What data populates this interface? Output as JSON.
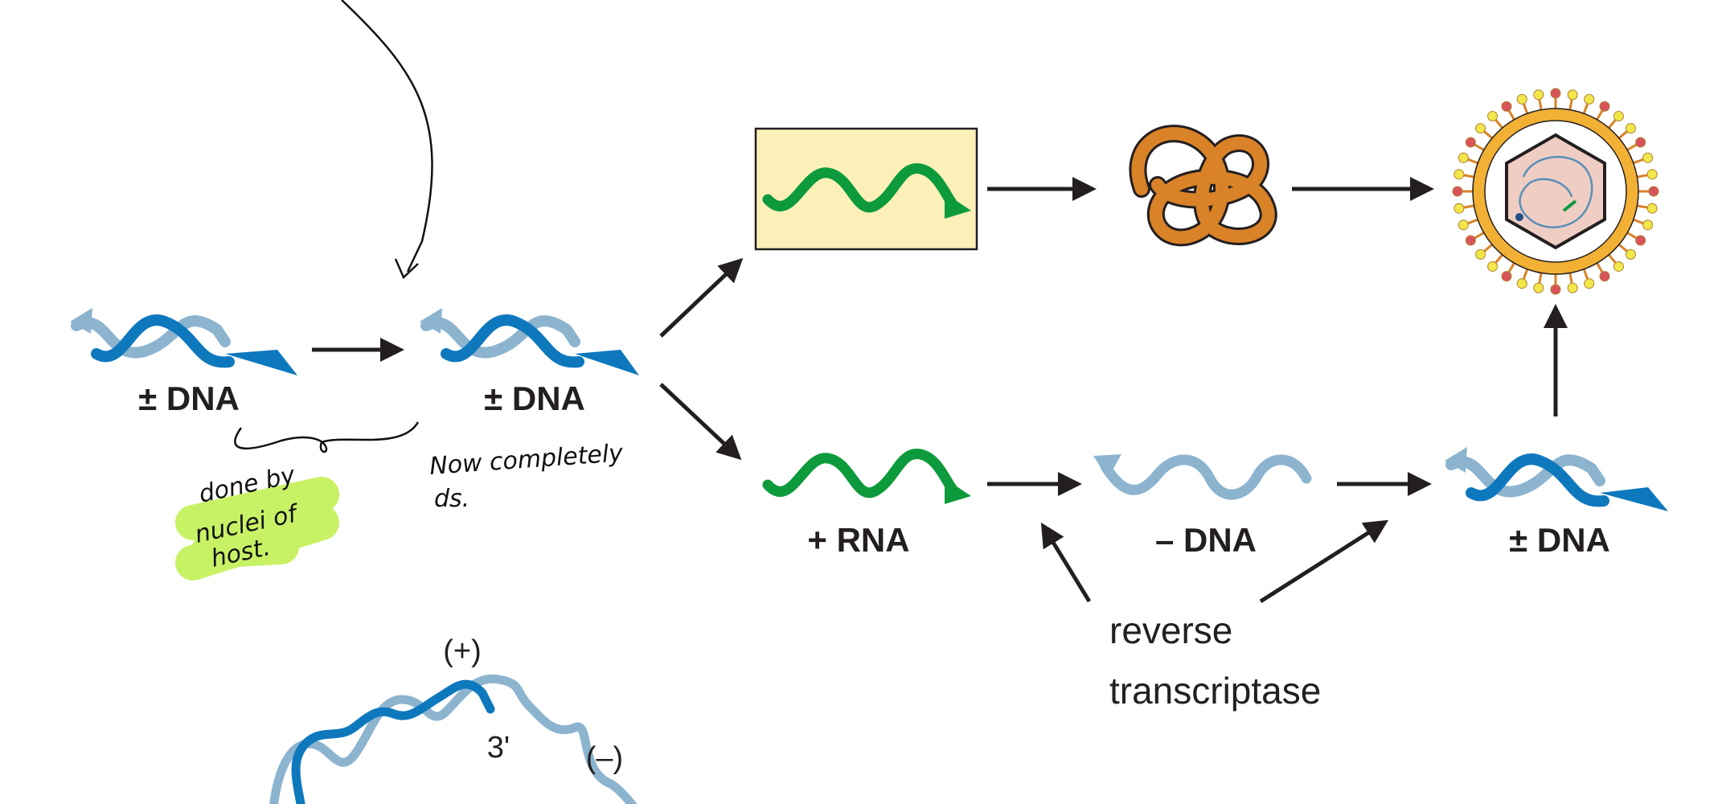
{
  "colors": {
    "dark_strand": "#0e78bd",
    "light_strand": "#8cb4cf",
    "rna": "#0d9a3c",
    "box_fill": "#fbf0b8",
    "protein": "#d98227",
    "virus_spike": "#f2b035",
    "virus_tip_yellow": "#f2e74a",
    "virus_tip_red": "#d9535b",
    "capsid_fill": "#f0cdc3",
    "highlight": "#c8f266"
  },
  "labels": {
    "ds_dna_1": "± DNA",
    "ds_dna_2": "± DNA",
    "ds_dna_3": "± DNA",
    "plus_rna": "+ RNA",
    "minus_dna": "– DNA",
    "enzyme_line1": "reverse",
    "enzyme_line2": "transcriptase"
  },
  "inset": {
    "plus_label": "(+)",
    "minus_label": "(–)",
    "three_prime": "3'"
  },
  "handwriting": {
    "note_left_line1": "done by",
    "note_left_line2": "nuclei of",
    "note_left_line3": "host.",
    "note_right_line1": "Now completely",
    "note_right_line2": "ds."
  },
  "icons": [
    "ds-dna-helix-icon",
    "rna-wave-icon",
    "folded-protein-icon",
    "virus-particle-icon",
    "arrow-icon"
  ]
}
